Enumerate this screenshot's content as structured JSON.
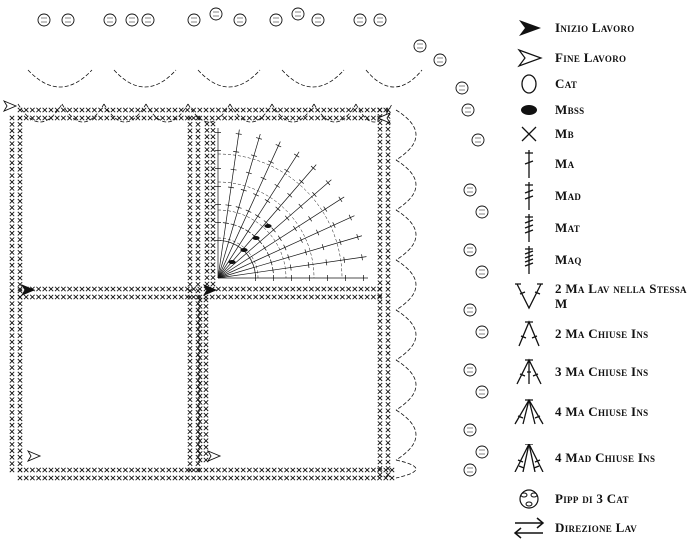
{
  "legend": {
    "items": [
      {
        "key": "inizio",
        "icon": "arrow-filled-icon",
        "label": "Inizio Lavoro"
      },
      {
        "key": "fine",
        "icon": "arrow-open-icon",
        "label": "Fine Lavoro"
      },
      {
        "key": "cat",
        "icon": "chain-oval-icon",
        "label": "Cat"
      },
      {
        "key": "mbss",
        "icon": "slip-stitch-icon",
        "label": "Mbss"
      },
      {
        "key": "mb",
        "icon": "single-crochet-x-icon",
        "label": "Mb"
      },
      {
        "key": "ma",
        "icon": "double-crochet-icon",
        "label": "Ma"
      },
      {
        "key": "mad",
        "icon": "treble-crochet-icon",
        "label": "Mad"
      },
      {
        "key": "mat",
        "icon": "double-treble-icon",
        "label": "Mat"
      },
      {
        "key": "maq",
        "icon": "triple-treble-icon",
        "label": "Maq"
      },
      {
        "key": "ma2lav",
        "icon": "two-dc-same-stitch-icon",
        "label": "2 Ma Lav nella Stessa M"
      },
      {
        "key": "ma2chiuse",
        "icon": "two-dc-together-icon",
        "label": "2 Ma Chiuse Ins"
      },
      {
        "key": "ma3chiuse",
        "icon": "three-dc-together-icon",
        "label": "3 Ma Chiuse Ins"
      },
      {
        "key": "ma4chiuse",
        "icon": "four-dc-together-icon",
        "label": "4 Ma Chiuse Ins"
      },
      {
        "key": "mad4chiuse",
        "icon": "four-tr-together-icon",
        "label": "4 Mad Chiuse Ins"
      },
      {
        "key": "pipp",
        "icon": "picot-icon",
        "label": "Pipp di 3 Cat"
      },
      {
        "key": "direzione",
        "icon": "direction-arrows-icon",
        "label": "Direzione Lav"
      }
    ]
  },
  "colors": {
    "ink": "#111111",
    "gray": "#555555",
    "background": "#ffffff"
  }
}
